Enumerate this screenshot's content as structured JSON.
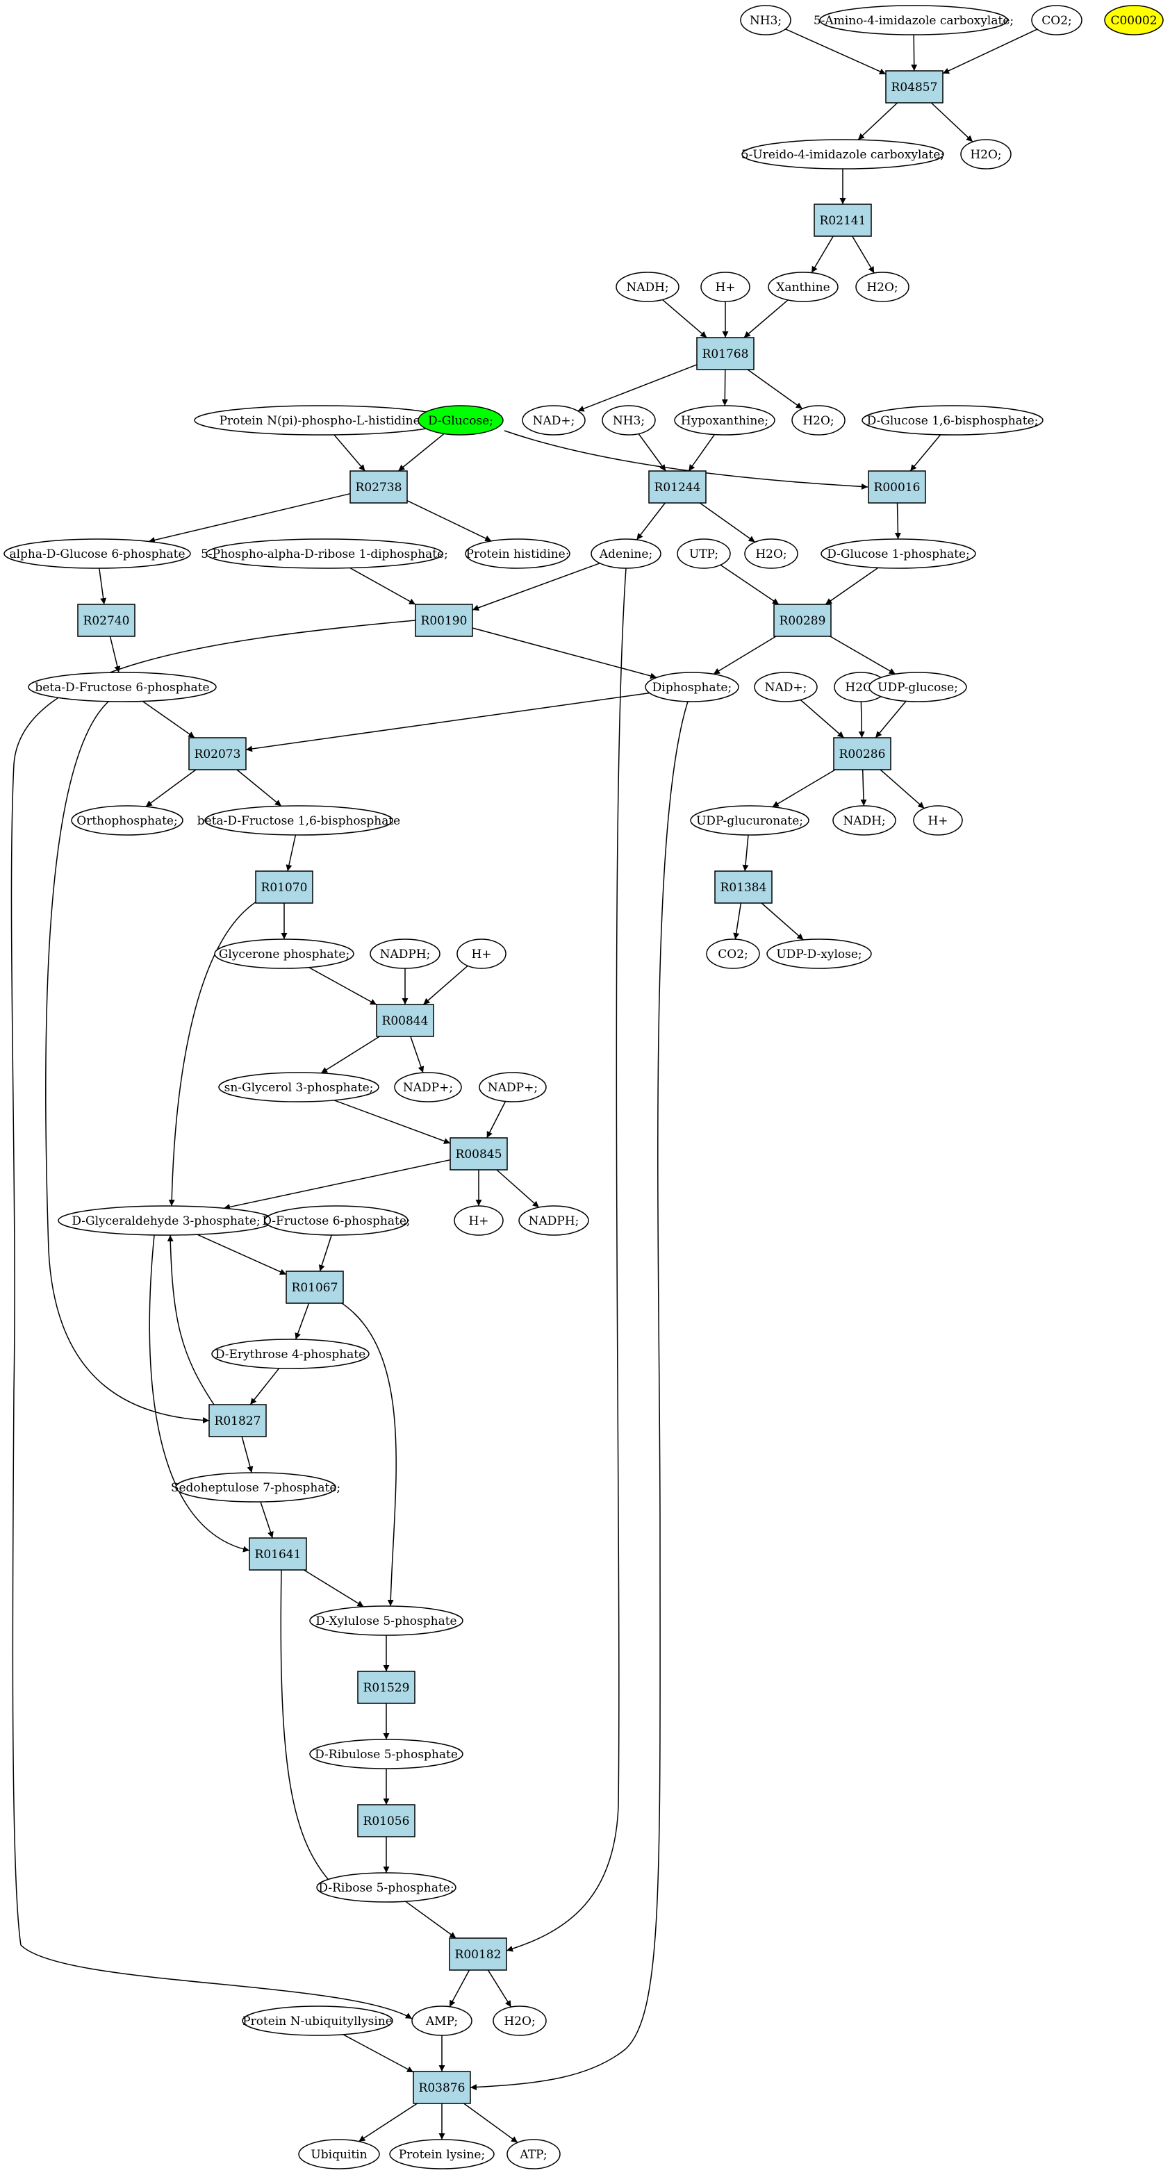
{
  "colors": {
    "reaction_fill": "#add8e6",
    "highlight_start": "#00ff00",
    "highlight_query": "#ffff00"
  },
  "nodes": {
    "nh3_1": "NH3;",
    "amino_imidazole": "5-Amino-4-imidazole carboxylate;",
    "co2_1": "CO2;",
    "c00002": "C00002",
    "r04857": "R04857",
    "ureido": "5-Ureido-4-imidazole carboxylate;",
    "h2o_1": "H2O;",
    "r02141": "R02141",
    "nadh_1": "NADH;",
    "hplus_1": "H+",
    "xanthine": "Xanthine",
    "h2o_2": "H2O;",
    "r01768": "R01768",
    "protein_nphospho": "Protein N(pi)-phospho-L-histidine;",
    "d_glucose": "D-Glucose;",
    "nadplus_1": "NAD+;",
    "nh3_2": "NH3;",
    "hypoxanthine": "Hypoxanthine;",
    "h2o_3": "H2O;",
    "glc16bp": "D-Glucose 1,6-bisphosphate;",
    "r02738": "R02738",
    "r01244": "R01244",
    "r00016": "R00016",
    "a_g6p": "alpha-D-Glucose 6-phosphate",
    "prpp": "5-Phospho-alpha-D-ribose 1-diphosphate;",
    "protein_his": "Protein histidine;",
    "adenine": "Adenine;",
    "utp": "UTP;",
    "h2o_4": "H2O;",
    "glc1p": "D-Glucose 1-phosphate;",
    "r02740": "R02740",
    "r00190": "R00190",
    "r00289": "R00289",
    "b_f6p": "beta-D-Fructose 6-phosphate",
    "diphosphate": "Diphosphate;",
    "nadplus_2": "NAD+;",
    "h2o_5": "H2O;",
    "udp_glucose": "UDP-glucose;",
    "r02073": "R02073",
    "r00286": "R00286",
    "orthophosphate": "Orthophosphate;",
    "fbp": "beta-D-Fructose 1,6-bisphosphate",
    "udp_glucuronate": "UDP-glucuronate;",
    "nadh_2": "NADH;",
    "hplus_2": "H+",
    "r01070": "R01070",
    "r01384": "R01384",
    "glycerone_p": "Glycerone phosphate;",
    "nadph_1": "NADPH;",
    "hplus_3": "H+",
    "co2_2": "CO2;",
    "udp_xylose": "UDP-D-xylose;",
    "r00844": "R00844",
    "sn_g3p": "sn-Glycerol 3-phosphate;",
    "nadpplus_1": "NADP+;",
    "nadpplus_2": "NADP+;",
    "r00845": "R00845",
    "ga3p": "D-Glyceraldehyde 3-phosphate;",
    "d_f6p": "D-Fructose 6-phosphate;",
    "hplus_4": "H+",
    "nadph_2": "NADPH;",
    "r01067": "R01067",
    "e4p": "D-Erythrose 4-phosphate",
    "r01827": "R01827",
    "s7p": "Sedoheptulose 7-phosphate;",
    "r01641": "R01641",
    "xu5p": "D-Xylulose 5-phosphate",
    "r01529": "R01529",
    "ru5p": "D-Ribulose 5-phosphate",
    "r01056": "R01056",
    "r5p": "D-Ribose 5-phosphate;",
    "r00182": "R00182",
    "protein_ubiq": "Protein N-ubiquityllysine",
    "amp": "AMP;",
    "h2o_6": "H2O;",
    "r03876": "R03876",
    "ubiquitin": "Ubiquitin",
    "protein_lysine": "Protein lysine;",
    "atp": "ATP;"
  }
}
